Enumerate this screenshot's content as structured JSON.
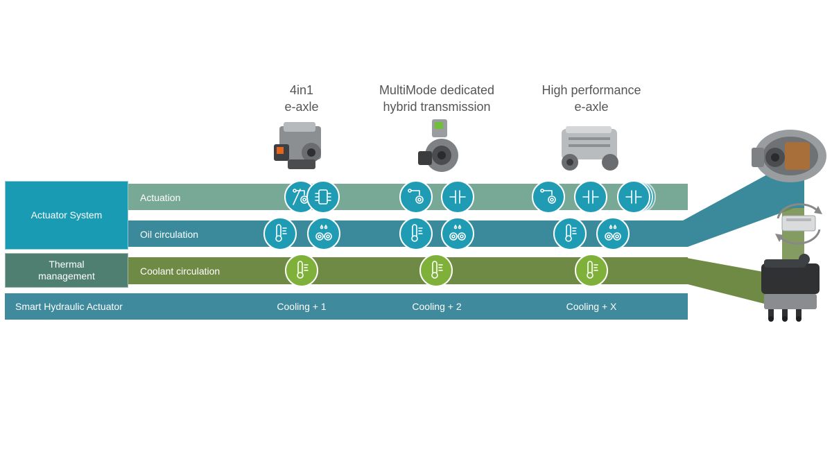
{
  "columns": [
    {
      "title_line1": "4in1",
      "title_line2": "e-axle",
      "cooling": "Cooling + 1"
    },
    {
      "title_line1": "MultiMode dedicated",
      "title_line2": "hybrid transmission",
      "cooling": "Cooling + 2"
    },
    {
      "title_line1": "High performance",
      "title_line2": "e-axle",
      "cooling": "Cooling + X"
    }
  ],
  "left_boxes": {
    "actuator_system": "Actuator System",
    "thermal_management_line1": "Thermal",
    "thermal_management_line2": "management",
    "smart_hydraulic_actuator": "Smart Hydraulic Actuator"
  },
  "bands": {
    "actuation": "Actuation",
    "oil_circulation": "Oil circulation",
    "coolant_circulation": "Coolant circulation"
  },
  "colors": {
    "actuation_band": "#78a896",
    "oil_band": "#3a8a9b",
    "coolant_band": "#6e8a45",
    "bottom_band": "#3f8a9c",
    "actuator_box": "#1a9bb4",
    "thermal_box": "#4f7f70",
    "icon_blue": "#1f9bb3",
    "icon_green": "#7fb03a"
  },
  "icons": {
    "actuation": [
      [
        "actuator-gear-icon",
        "valve-block-icon"
      ],
      [
        "actuator-gear-icon",
        "clutch-icon"
      ],
      [
        "actuator-gear-icon",
        "clutch-icon",
        "clutch-icon"
      ]
    ],
    "oil": [
      [
        "thermometer-icon",
        "oil-pump-gear-icon"
      ],
      [
        "thermometer-icon",
        "oil-pump-gear-icon"
      ],
      [
        "thermometer-icon",
        "oil-pump-gear-icon"
      ]
    ],
    "coolant": [
      "thermometer-icon",
      "thermometer-icon",
      "thermometer-icon"
    ]
  }
}
